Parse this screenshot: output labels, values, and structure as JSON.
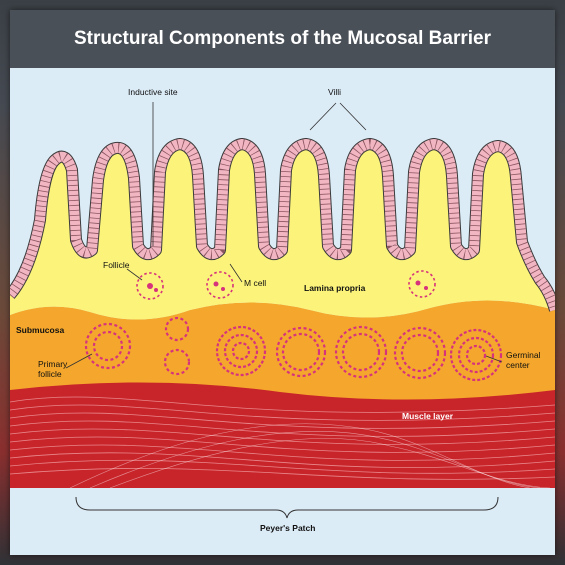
{
  "title": "Structural Components of the Mucosal Barrier",
  "labels": {
    "inductive_site": "Inductive site",
    "villi": "Villi",
    "follicle": "Follicle",
    "m_cell": "M cell",
    "lamina_propria": "Lamina propria",
    "submucosa": "Submucosa",
    "primary_follicle_line1": "Primary",
    "primary_follicle_line2": "follicle",
    "germinal_center_line1": "Germinal",
    "germinal_center_line2": "center",
    "muscle_layer": "Muscle layer",
    "peyers_patch": "Peyer's Patch"
  },
  "colors": {
    "lamina_propria": "#fbf37a",
    "submucosa": "#f4a72c",
    "muscle": "#c8252b",
    "epithelium": "#f2b6c2",
    "epithelium_outline": "#3a3a3a",
    "follicle_dots": "#d6337c",
    "background": "#dcecf7",
    "title_bar": "#4a5058"
  }
}
